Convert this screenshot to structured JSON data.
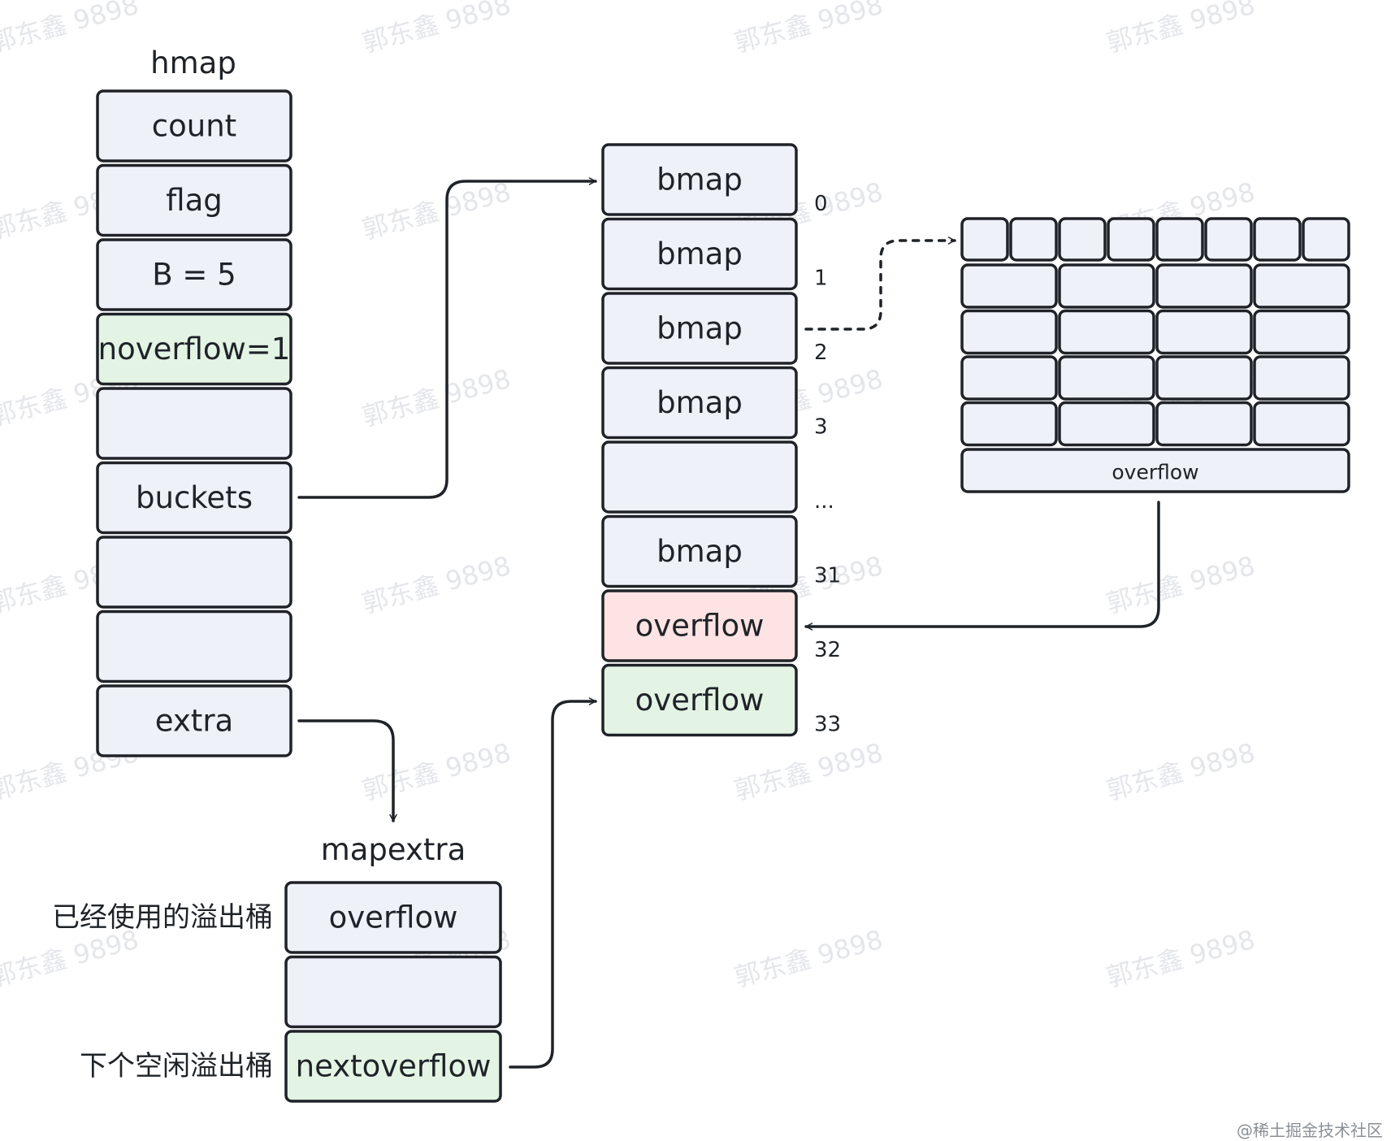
{
  "colors": {
    "cell_default": "#eef1f8",
    "cell_green": "#e3f4e4",
    "cell_red": "#fde3e3",
    "stroke": "#1f2328"
  },
  "watermark": "郭东鑫 9898",
  "footer": "@稀土掘金技术社区",
  "hmap": {
    "title": "hmap",
    "cells": [
      {
        "label": "count",
        "fill": "default"
      },
      {
        "label": "flag",
        "fill": "default"
      },
      {
        "label": "B = 5",
        "fill": "default"
      },
      {
        "label": "noverflow=1",
        "fill": "green"
      },
      {
        "label": "",
        "fill": "default"
      },
      {
        "label": "buckets",
        "fill": "default"
      },
      {
        "label": "",
        "fill": "default"
      },
      {
        "label": "",
        "fill": "default"
      },
      {
        "label": "extra",
        "fill": "default"
      }
    ]
  },
  "buckets": {
    "cells": [
      {
        "label": "bmap",
        "index": "0",
        "fill": "default"
      },
      {
        "label": "bmap",
        "index": "1",
        "fill": "default"
      },
      {
        "label": "bmap",
        "index": "2",
        "fill": "default"
      },
      {
        "label": "bmap",
        "index": "3",
        "fill": "default"
      },
      {
        "label": "",
        "index": "...",
        "fill": "default"
      },
      {
        "label": "bmap",
        "index": "31",
        "fill": "default"
      },
      {
        "label": "overflow",
        "index": "32",
        "fill": "red"
      },
      {
        "label": "overflow",
        "index": "33",
        "fill": "green"
      }
    ]
  },
  "bmap_detail": {
    "tophash_slots": 8,
    "kv_rows": 4,
    "kv_cols": 4,
    "overflow_label": "overflow"
  },
  "mapextra": {
    "title": "mapextra",
    "cells": [
      {
        "label": "overflow",
        "side_label": "已经使用的溢出桶",
        "fill": "default"
      },
      {
        "label": "",
        "side_label": "",
        "fill": "default"
      },
      {
        "label": "nextoverflow",
        "side_label": "下个空闲溢出桶",
        "fill": "green"
      }
    ]
  }
}
